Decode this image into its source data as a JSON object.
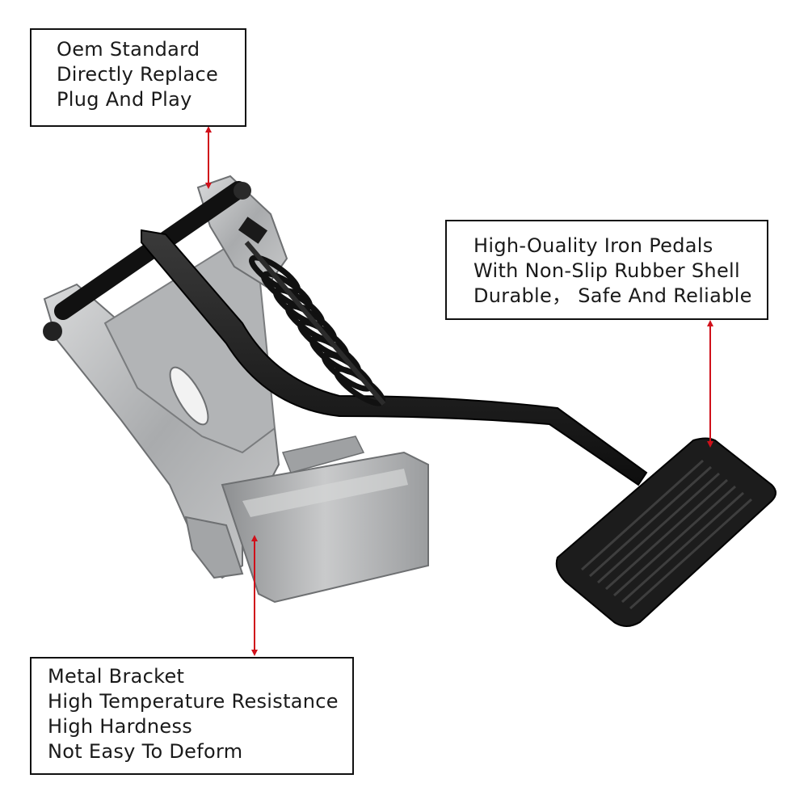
{
  "callouts": {
    "top": {
      "lines": [
        "Oem Standard",
        "Directly Replace",
        "Plug And Play"
      ]
    },
    "right": {
      "lines": [
        "High-Ouality Iron Pedals",
        "With Non-Slip Rubber Shell",
        "Durable， Safe And Reliable"
      ]
    },
    "bottom": {
      "lines": [
        "Metal Bracket",
        "High Temperature Resistance",
        "High Hardness",
        "Not Easy To Deform"
      ]
    }
  },
  "colors": {
    "arrow": "#d0101a",
    "bracket_metal": "#b9bbbd",
    "pedal_black": "#1b1b1b"
  },
  "icons": {
    "pedal": "brake-pedal-assembly"
  }
}
